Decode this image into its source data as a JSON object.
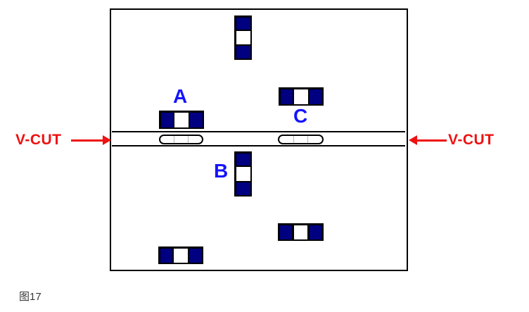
{
  "caption": "图17",
  "vcut": {
    "left_label": "V-CUT",
    "right_label": "V-CUT"
  },
  "board": {
    "sections": 2,
    "slot_count": 2
  },
  "components": [
    {
      "id": "chip-top-vertical",
      "orientation": "vertical",
      "section": "top",
      "label": ""
    },
    {
      "id": "chip-a",
      "orientation": "horizontal",
      "section": "top",
      "label": "A",
      "label_position": "above"
    },
    {
      "id": "chip-c",
      "orientation": "horizontal",
      "section": "top",
      "label": "C",
      "label_position": "below"
    },
    {
      "id": "chip-b",
      "orientation": "vertical",
      "section": "bottom",
      "label": "B",
      "label_position": "left"
    },
    {
      "id": "chip-bottom-left",
      "orientation": "horizontal",
      "section": "bottom",
      "label": ""
    },
    {
      "id": "chip-bottom-right",
      "orientation": "horizontal",
      "section": "bottom",
      "label": ""
    }
  ],
  "colors": {
    "chip_fill": "#000080",
    "chip_border": "#000000",
    "board_outline": "#000000",
    "label_text": "#1414ff",
    "vcut_text": "#ee1111",
    "slot_divider": "#b4b4b4",
    "background": "#ffffff"
  }
}
